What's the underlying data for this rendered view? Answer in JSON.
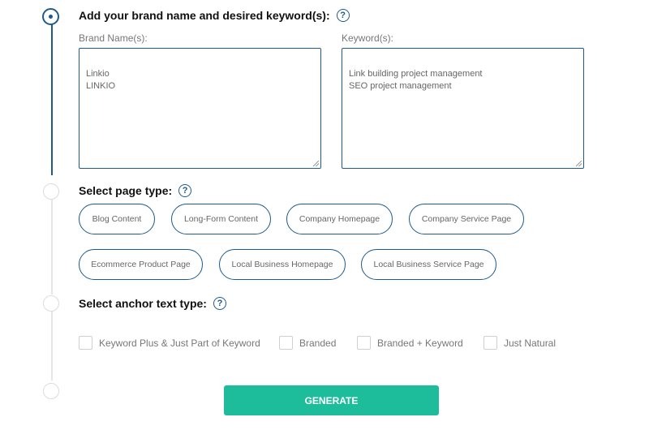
{
  "steps": {
    "brand_keywords": {
      "title": "Add your brand name and desired keyword(s):"
    },
    "page_type": {
      "title": "Select page type:"
    },
    "anchor_text": {
      "title": "Select anchor text type:"
    }
  },
  "help_icon": {
    "glyph": "?"
  },
  "brand_field": {
    "label": "Brand Name(s):",
    "value": "Linkio\nLINKIO"
  },
  "keyword_field": {
    "label": "Keyword(s):",
    "value": "Link building project management\nSEO project management"
  },
  "page_types": [
    "Blog Content",
    "Long-Form Content",
    "Company Homepage",
    "Company Service Page",
    "Ecommerce Product Page",
    "Local Business Homepage",
    "Local Business Service Page"
  ],
  "anchor_types": [
    "Keyword Plus & Just Part of Keyword",
    "Branded",
    "Branded + Keyword",
    "Just Natural"
  ],
  "generate_label": "GENERATE",
  "colors": {
    "accent": "#1e5b8c",
    "button": "#1dbd9b"
  }
}
